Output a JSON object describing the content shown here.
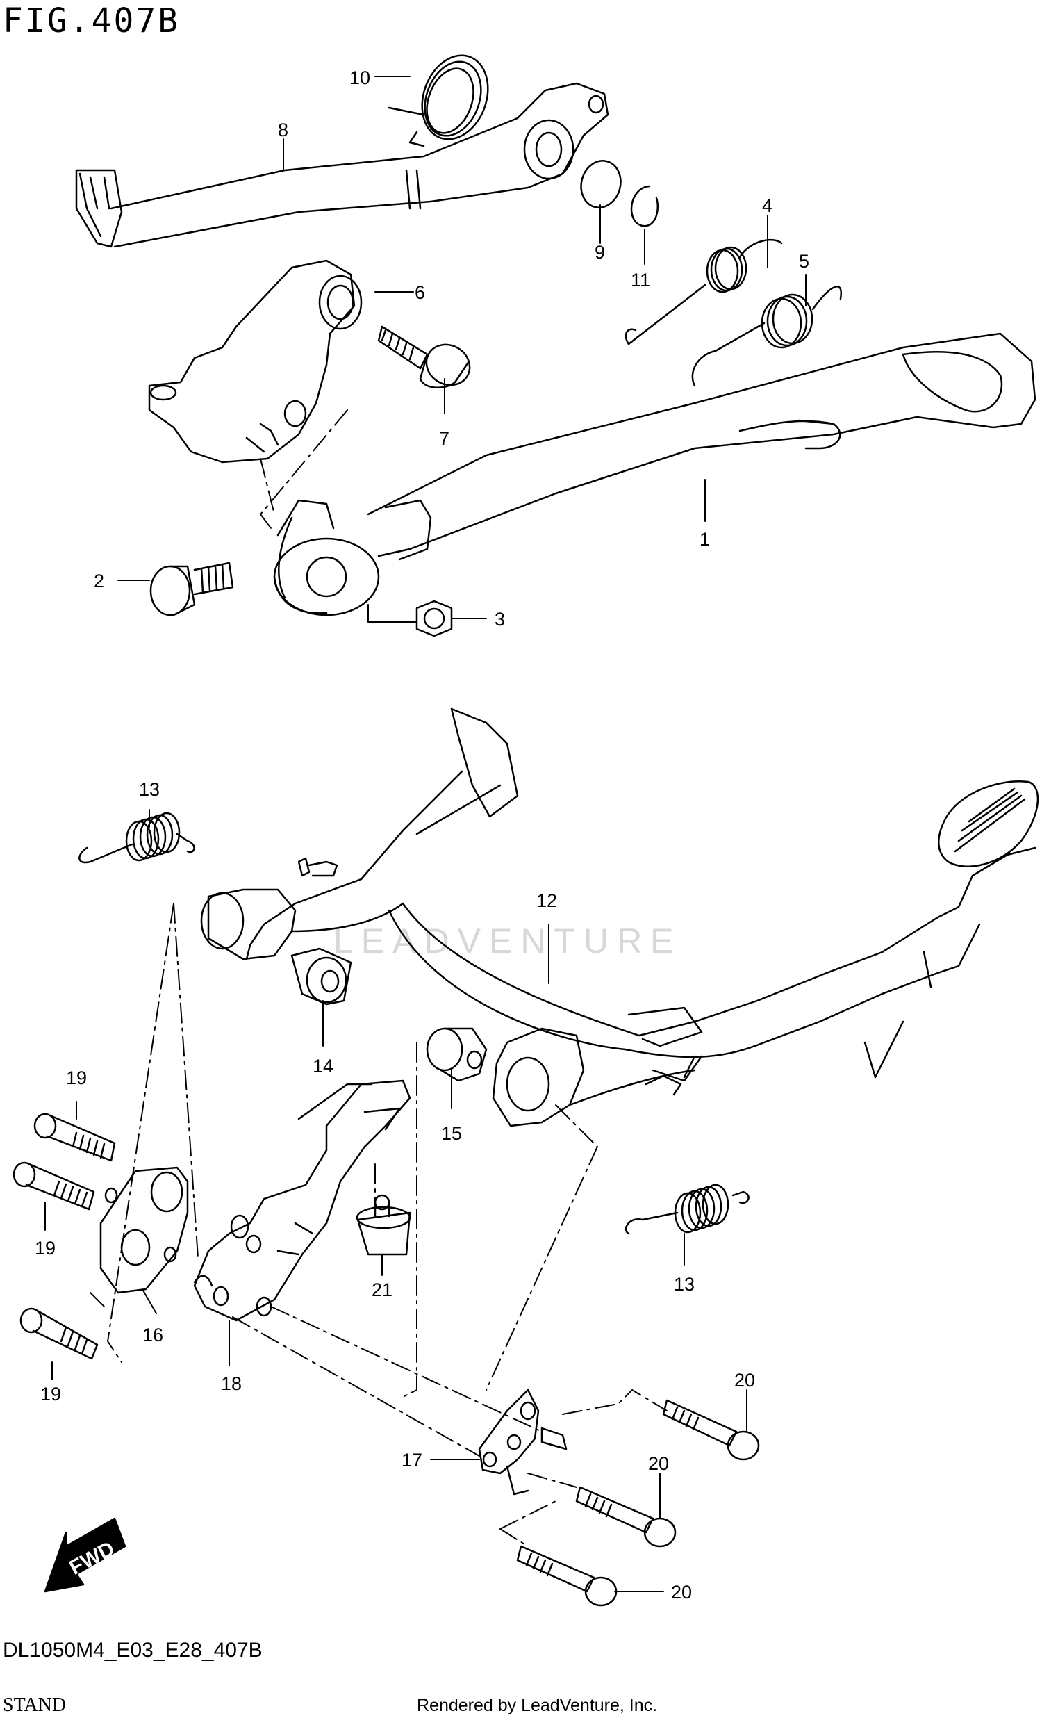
{
  "figure": {
    "title": "FIG.407B",
    "model_code": "DL1050M4_E03_E28_407B",
    "section": "STAND",
    "render_credit": "Rendered by LeadVenture, Inc.",
    "watermark": "LEADVENTURE",
    "fwd_label": "FWD"
  },
  "callouts": {
    "c1": "1",
    "c2": "2",
    "c3": "3",
    "c4": "4",
    "c5": "5",
    "c6": "6",
    "c7": "7",
    "c8": "8",
    "c9": "9",
    "c10": "10",
    "c11": "11",
    "c12": "12",
    "c13a": "13",
    "c13b": "13",
    "c14": "14",
    "c15": "15",
    "c16": "16",
    "c17": "17",
    "c18": "18",
    "c19a": "19",
    "c19b": "19",
    "c19c": "19",
    "c20a": "20",
    "c20b": "20",
    "c20c": "20",
    "c21": "21"
  }
}
